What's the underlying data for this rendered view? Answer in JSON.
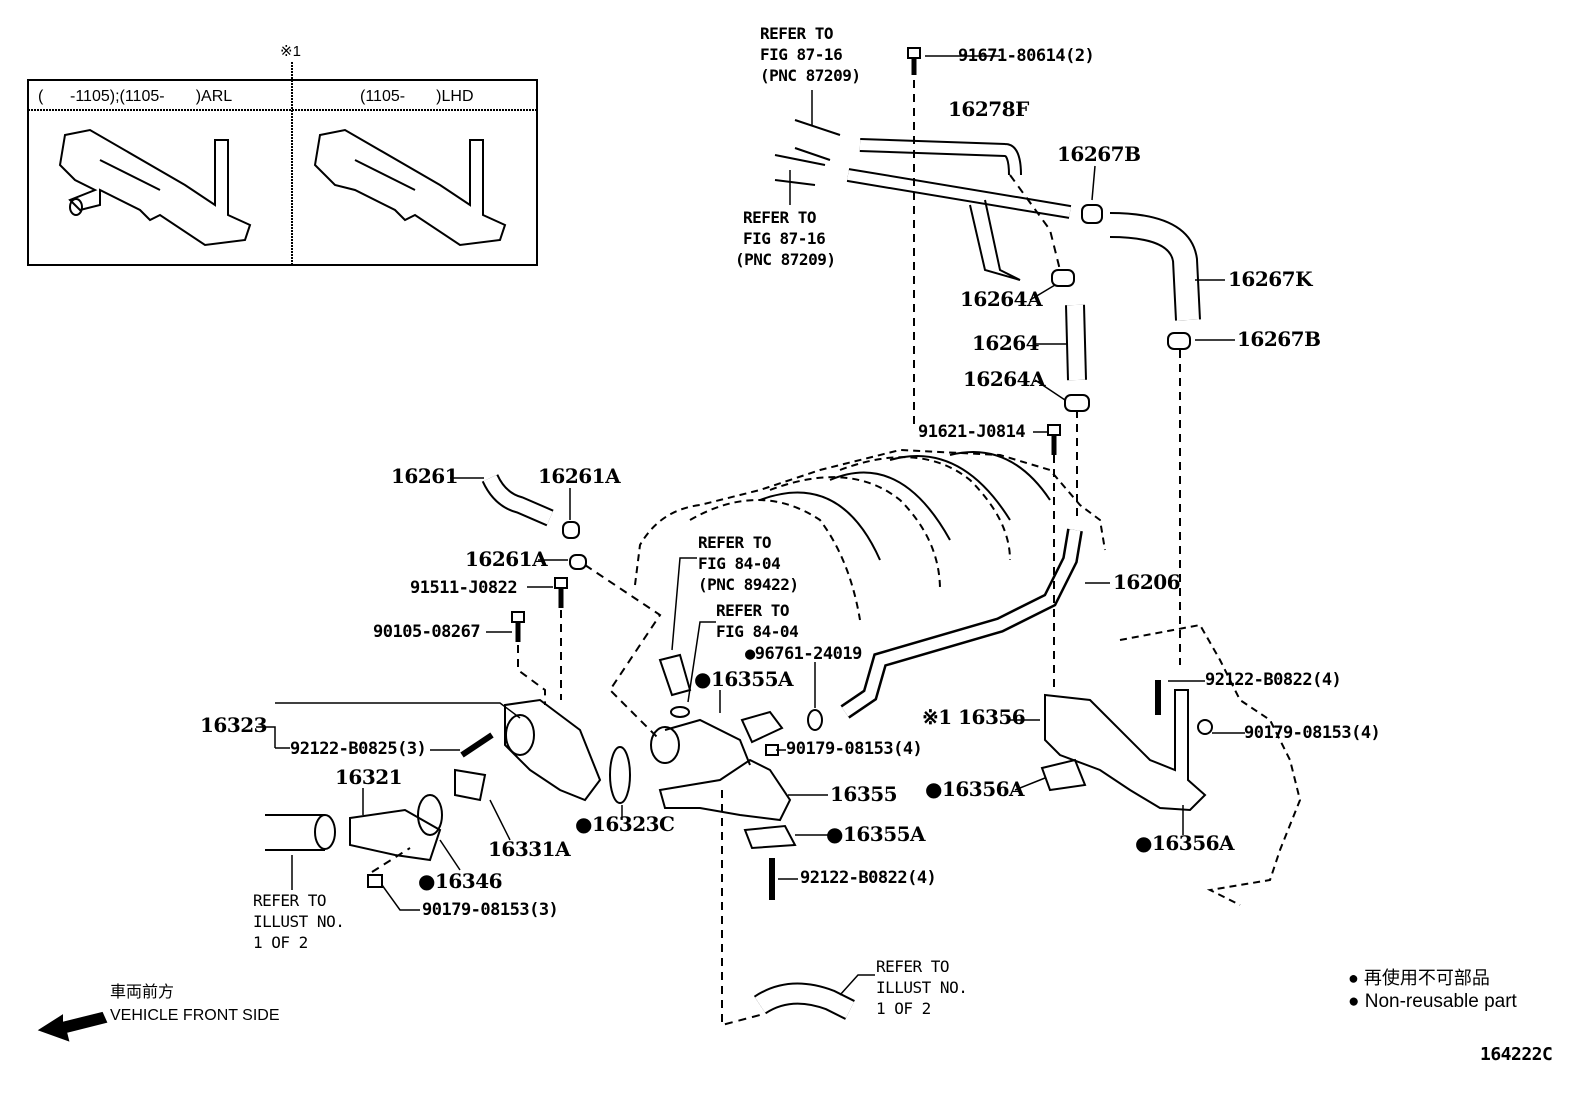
{
  "inset": {
    "marker": "※1",
    "left_header": "(      -1105);(1105-       )ARL",
    "right_header": "(1105-       )LHD"
  },
  "refs": {
    "fig87_top": [
      "REFER TO",
      "FIG 87-16",
      "(PNC 87209)"
    ],
    "fig87_mid": [
      "REFER TO",
      "FIG 87-16",
      "(PNC 87209)"
    ],
    "fig84_a": [
      "REFER TO",
      "FIG 84-04",
      "(PNC 89422)"
    ],
    "fig84_b": [
      "REFER TO",
      "FIG 84-04"
    ],
    "illust_left": [
      "REFER TO",
      "ILLUST NO.",
      "1 OF 2"
    ],
    "illust_bottom": [
      "REFER TO",
      "ILLUST NO.",
      "1 OF 2"
    ]
  },
  "parts": {
    "p91671": "91671-80614(2)",
    "p16278F": "16278F",
    "p16267B_top": "16267B",
    "p16267K": "16267K",
    "p16264A_top": "16264A",
    "p16264": "16264",
    "p16267B_bot": "16267B",
    "p16264A_bot": "16264A",
    "p91621": "91621-J0814",
    "p16261": "16261",
    "p16261A_top": "16261A",
    "p16261A_bot": "16261A",
    "p91511": "91511-J0822",
    "p16206": "16206",
    "p90105": "90105-08267",
    "p96761": "●96761-24019",
    "p16355A_top": "●16355A",
    "p92122_right": "92122-B0822(4)",
    "p16323": "16323",
    "p16356": "※1 16356",
    "p92122_left": "92122-B0825(3)",
    "p90179_mid": "90179-08153(4)",
    "p90179_right": "90179-08153(4)",
    "p16321": "16321",
    "p16356A_left": "●16356A",
    "p16355": "16355",
    "p16323C": "●16323C",
    "p16355A_bot": "●16355A",
    "p16331A": "16331A",
    "p16356A_right": "●16356A",
    "p16346": "●16346",
    "p92122_bottom": "92122-B0822(4)",
    "p90179_left": "90179-08153(3)"
  },
  "direction": {
    "jp": "車両前方",
    "en": "VEHICLE FRONT SIDE",
    "icon": "arrow-left-icon"
  },
  "legend": {
    "jp": "● 再使用不可部品",
    "en": "● Non-reusable part"
  },
  "figure_code": "164222C"
}
